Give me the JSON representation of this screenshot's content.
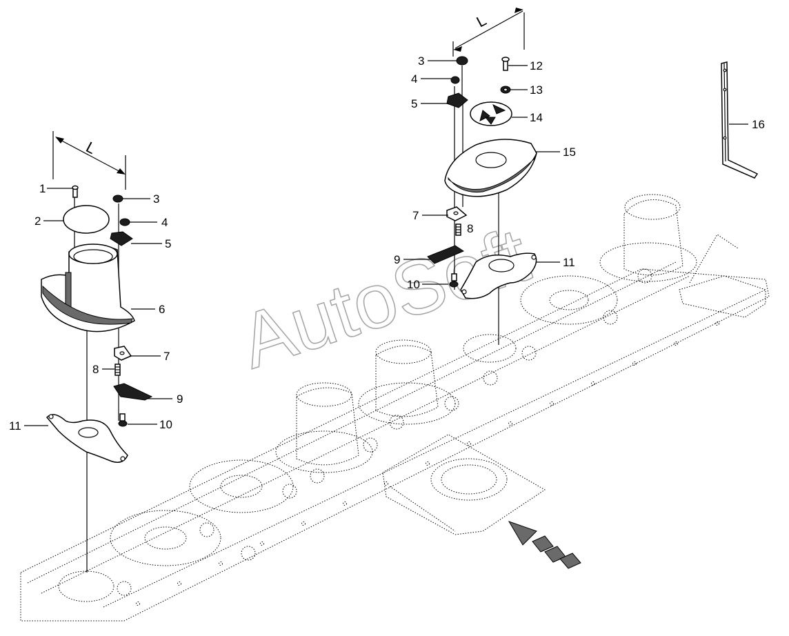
{
  "watermark": "AutoSoft",
  "dimension_label": "L",
  "callouts": {
    "left": [
      "1",
      "2",
      "3",
      "4",
      "5",
      "6",
      "7",
      "8",
      "9",
      "10",
      "11"
    ],
    "right": [
      "3",
      "4",
      "5",
      "7",
      "8",
      "9",
      "10",
      "11",
      "12",
      "13",
      "14",
      "15"
    ],
    "far_right": [
      "16"
    ]
  }
}
